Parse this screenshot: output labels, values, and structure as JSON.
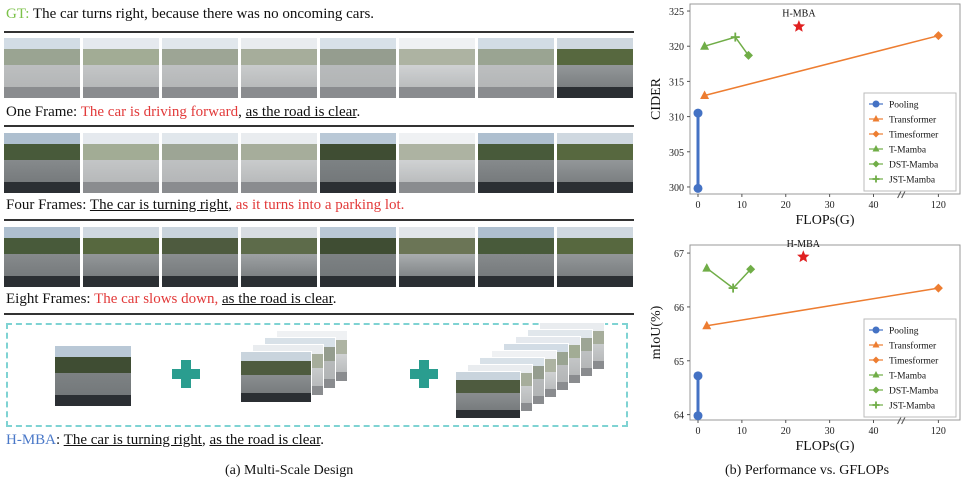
{
  "left": {
    "gt_prefix": "GT:",
    "gt_text": " The car turns right, because there was no oncoming cars.",
    "rows": [
      {
        "prefix": "One Frame: ",
        "red": "The car is driving forward",
        "sep": ", ",
        "ul": "as the road is clear",
        "end": "."
      },
      {
        "prefix": "Four Frames: ",
        "ul": "The car is turning right",
        "sep": ", ",
        "red": "as it turns into a parking lot.",
        "end": ""
      },
      {
        "prefix": "Eight Frames: ",
        "red": "The car slows down,",
        "sep": " ",
        "ul": "as the road is clear",
        "end": "."
      }
    ],
    "hmba_prefix": "H-MBA",
    "hmba_colon": ": ",
    "hmba_ul1": "The car is turning right",
    "hmba_sep": ", ",
    "hmba_ul2": "as the road is clear",
    "hmba_end": ".",
    "caption": "(a) Multi-Scale Design"
  },
  "right": {
    "caption": "(b) Performance vs. GFLOPs"
  },
  "chart_data": [
    {
      "type": "scatter",
      "title": "",
      "xlabel": "FLOPs(G)",
      "ylabel": "CIDER",
      "xticks": [
        "0",
        "10",
        "20",
        "30",
        "40",
        "120"
      ],
      "yticks": [
        "300",
        "305",
        "310",
        "315",
        "320",
        "325"
      ],
      "ylim": [
        299,
        326
      ],
      "annotation": "H-MBA",
      "legend_position": "bottom-right",
      "series": [
        {
          "name": "Pooling",
          "color": "#4472c4",
          "marker": "circle",
          "points": [
            [
              0,
              299.8
            ],
            [
              0,
              310.5
            ]
          ]
        },
        {
          "name": "Transformer",
          "color": "#ed7d31",
          "marker": "triangle",
          "points": [
            [
              1.5,
              313.0
            ]
          ]
        },
        {
          "name": "Timesformer",
          "color": "#ed7d31",
          "marker": "diamond",
          "points": [
            [
              120,
              321.5
            ]
          ]
        },
        {
          "name": "T-Mamba",
          "color": "#70ad47",
          "marker": "triangle",
          "points": [
            [
              1.5,
              320.0
            ]
          ]
        },
        {
          "name": "DST-Mamba",
          "color": "#70ad47",
          "marker": "diamond",
          "points": [
            [
              11.5,
              318.7
            ]
          ]
        },
        {
          "name": "JST-Mamba",
          "color": "#70ad47",
          "marker": "plus",
          "points": [
            [
              8.5,
              321.3
            ]
          ]
        },
        {
          "name": "",
          "color": "#e02020",
          "marker": "star",
          "points": [
            [
              23,
              322.8
            ]
          ]
        }
      ],
      "lines": [
        {
          "color": "#70ad47",
          "points": [
            [
              1.5,
              320.0
            ],
            [
              8.5,
              321.3
            ],
            [
              11.5,
              318.7
            ]
          ]
        },
        {
          "color": "#ed7d31",
          "points": [
            [
              1.5,
              313.0
            ],
            [
              120,
              321.5
            ]
          ]
        },
        {
          "color": "#4472c4",
          "points": [
            [
              0,
              299.8
            ],
            [
              0,
              310.5
            ]
          ]
        }
      ]
    },
    {
      "type": "scatter",
      "title": "",
      "xlabel": "FLOPs(G)",
      "ylabel": "mIoU(%)",
      "xticks": [
        "0",
        "10",
        "20",
        "30",
        "40",
        "120"
      ],
      "yticks": [
        "64",
        "65",
        "66",
        "67"
      ],
      "ylim": [
        63.9,
        67.15
      ],
      "annotation": "H-MBA",
      "legend_position": "bottom-right",
      "series": [
        {
          "name": "Pooling",
          "color": "#4472c4",
          "marker": "circle",
          "points": [
            [
              0,
              63.98
            ],
            [
              0,
              64.72
            ]
          ]
        },
        {
          "name": "Transformer",
          "color": "#ed7d31",
          "marker": "triangle",
          "points": [
            [
              2,
              65.65
            ]
          ]
        },
        {
          "name": "Timesformer",
          "color": "#ed7d31",
          "marker": "diamond",
          "points": [
            [
              120,
              66.35
            ]
          ]
        },
        {
          "name": "T-Mamba",
          "color": "#70ad47",
          "marker": "triangle",
          "points": [
            [
              2,
              66.72
            ]
          ]
        },
        {
          "name": "DST-Mamba",
          "color": "#70ad47",
          "marker": "diamond",
          "points": [
            [
              12,
              66.7
            ]
          ]
        },
        {
          "name": "JST-Mamba",
          "color": "#70ad47",
          "marker": "plus",
          "points": [
            [
              8,
              66.35
            ]
          ]
        },
        {
          "name": "",
          "color": "#e02020",
          "marker": "star",
          "points": [
            [
              24,
              66.93
            ]
          ]
        }
      ],
      "lines": [
        {
          "color": "#70ad47",
          "points": [
            [
              2,
              66.72
            ],
            [
              8,
              66.35
            ],
            [
              12,
              66.7
            ]
          ]
        },
        {
          "color": "#ed7d31",
          "points": [
            [
              2,
              65.65
            ],
            [
              120,
              66.35
            ]
          ]
        },
        {
          "color": "#4472c4",
          "points": [
            [
              0,
              63.98
            ],
            [
              0,
              64.72
            ]
          ]
        }
      ]
    }
  ]
}
